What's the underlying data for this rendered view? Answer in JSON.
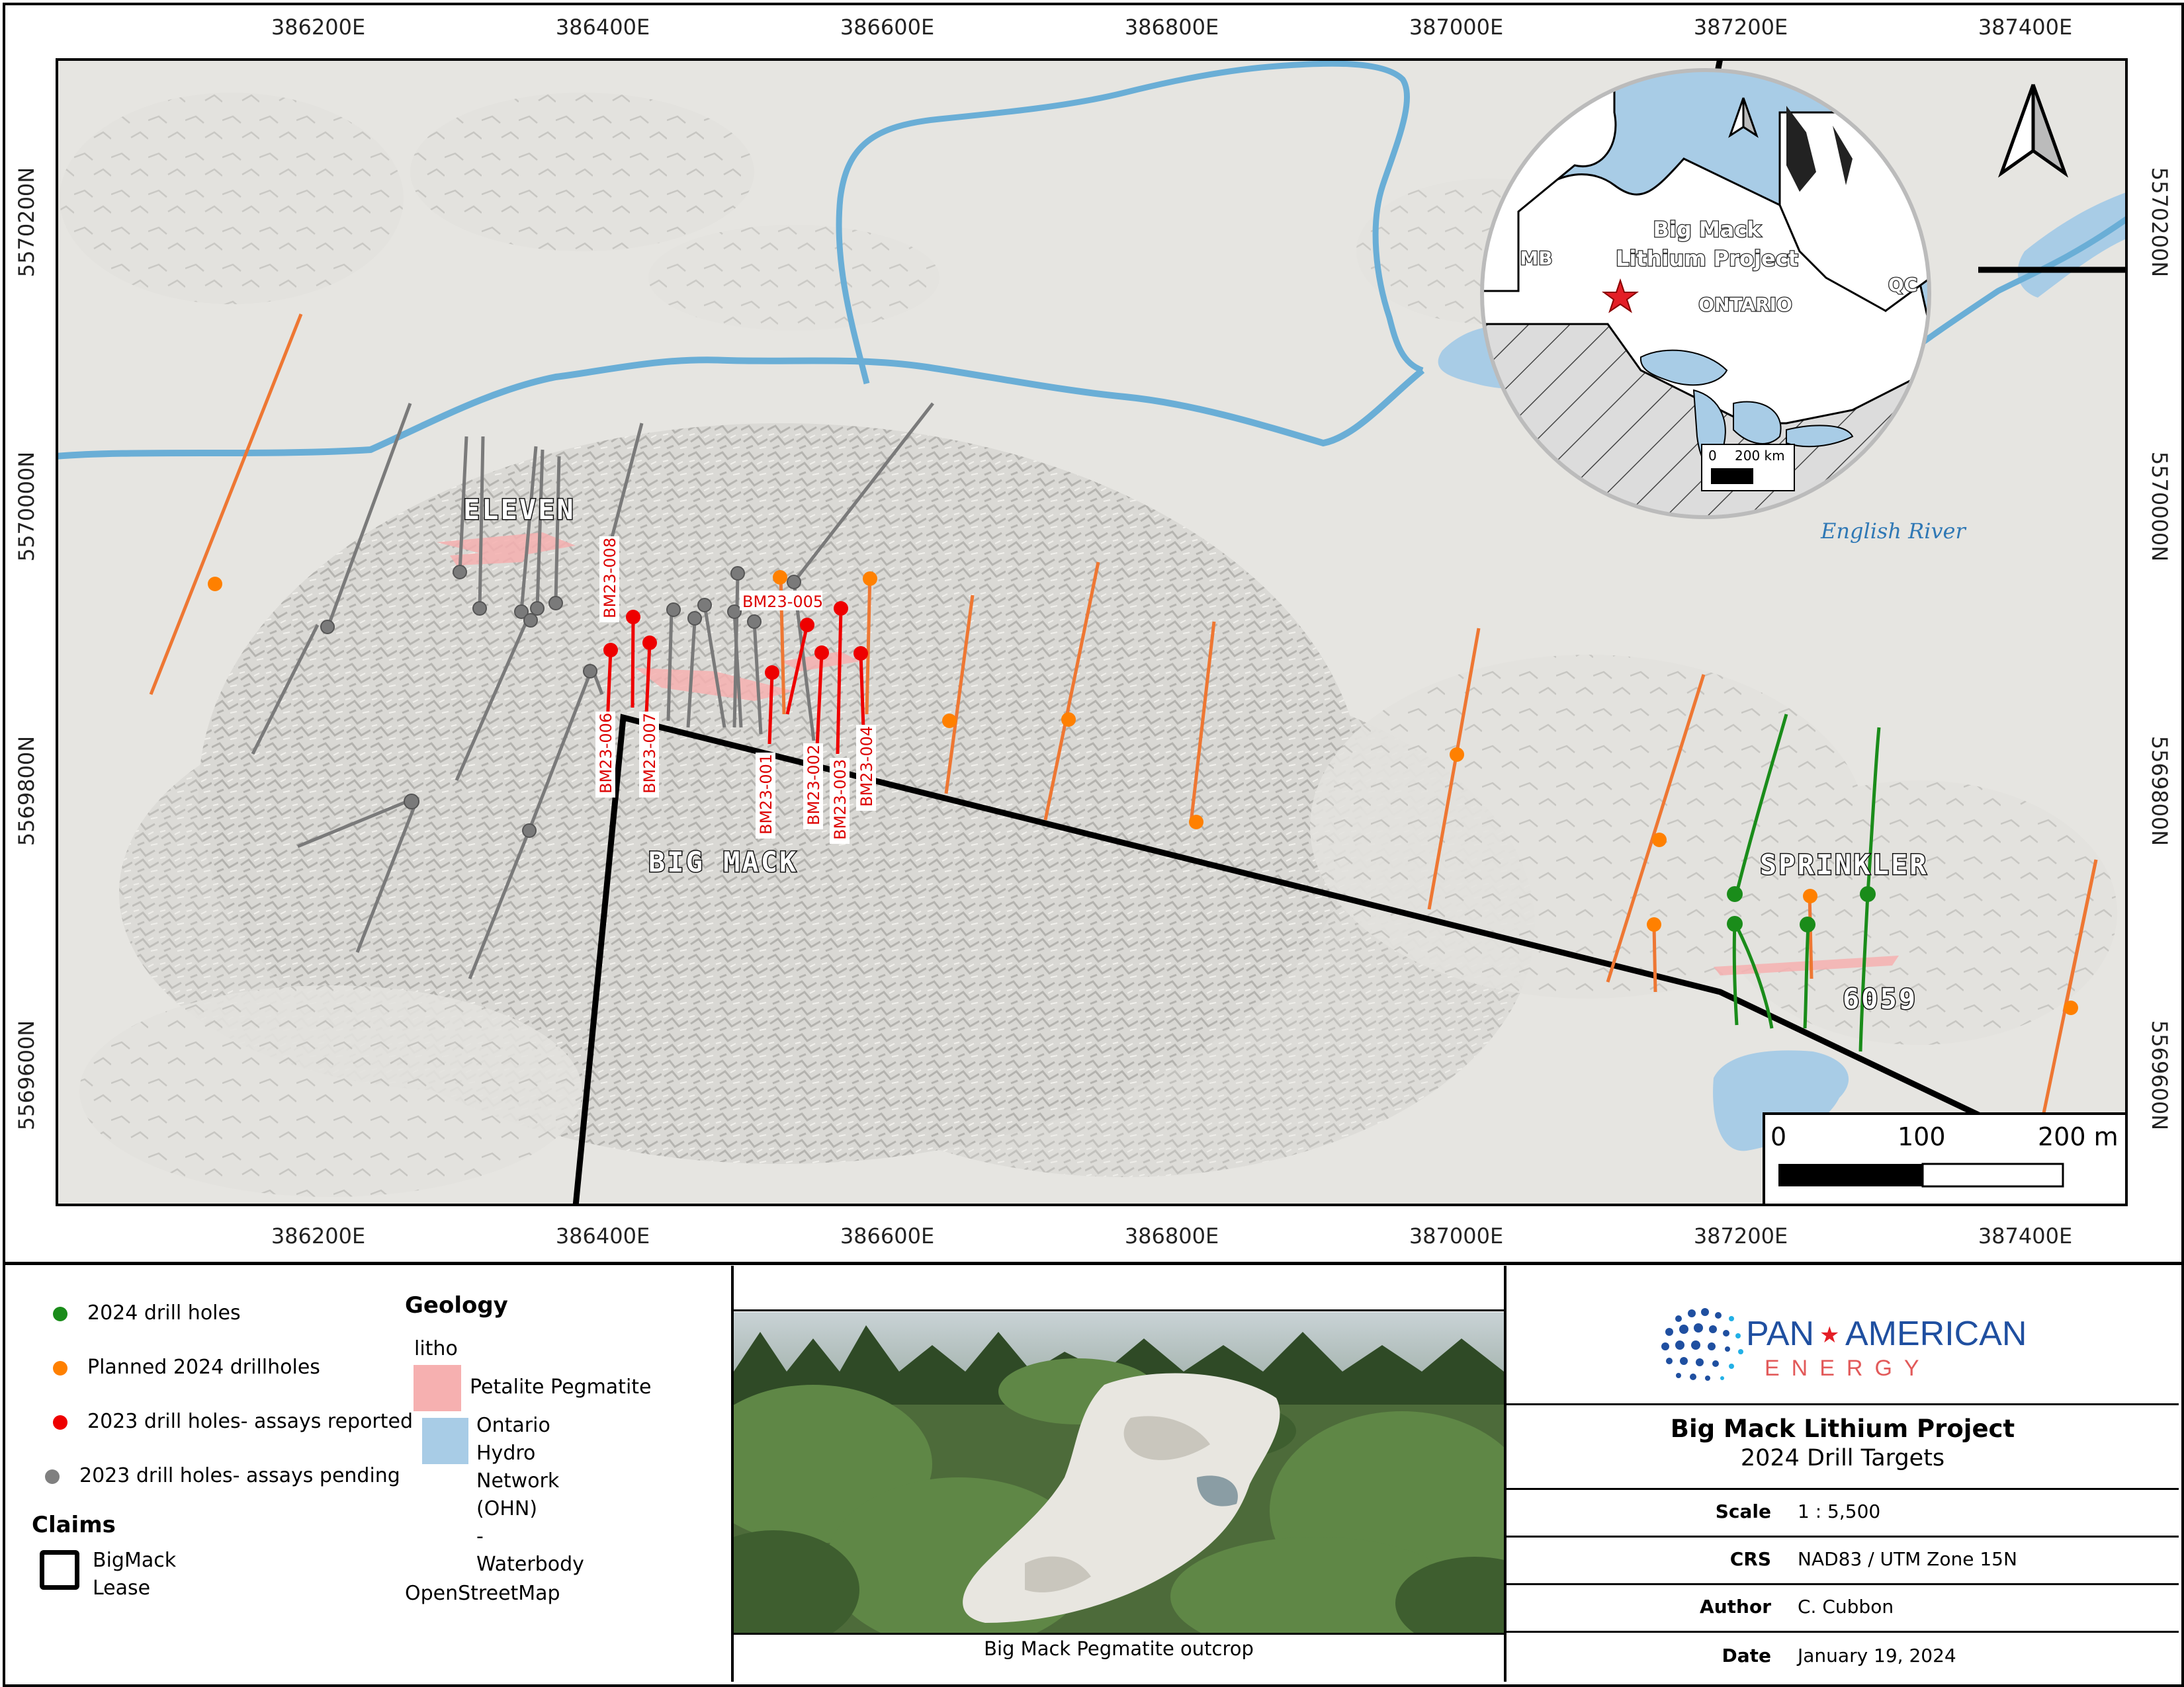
{
  "map": {
    "easting_labels": [
      "386200E",
      "386400E",
      "386600E",
      "386800E",
      "387000E",
      "387200E",
      "387400E"
    ],
    "northing_labels": [
      "5570200N",
      "5570000N",
      "5569800N",
      "5569600N"
    ],
    "area_labels": {
      "eleven": "ELEVEN",
      "big_mack": "BIG MACK",
      "sprinkler": "SPRINKLER",
      "claim_6059": "6059"
    },
    "drill_hole_labels": [
      "BM23-008",
      "BM23-005",
      "BM23-006",
      "BM23-007",
      "BM23-001",
      "BM23-002",
      "BM23-003",
      "BM23-004"
    ],
    "river_label": "English River",
    "scale_bar": {
      "zero": "0",
      "mid": "100",
      "end": "200 m"
    },
    "colors": {
      "drill_2024": "#1a8c1a",
      "planned_2024": "#ff8000",
      "assays_reported_2023": "#ee0000",
      "assays_pending_2023": "#808080",
      "water": "#a8cce6",
      "river": "#6aaed6",
      "pegmatite": "#f6b0b0",
      "background": "#e6e5e1"
    }
  },
  "inset": {
    "project_label_line1": "Big Mack",
    "project_label_line2": "Lithium Project",
    "province_mb": "MB",
    "province_on": "ONTARIO",
    "province_qc": "QC",
    "scale_zero": "0",
    "scale_end": "200 km"
  },
  "legend": {
    "items": [
      {
        "label": "2024 drill holes",
        "color": "#1a8c1a"
      },
      {
        "label": "Planned 2024 drillholes",
        "color": "#ff8000"
      },
      {
        "label": "2023 drill holes- assays reported",
        "color": "#ee0000"
      },
      {
        "label": "2023 drill holes- assays pending",
        "color": "#808080"
      }
    ],
    "claims_heading": "Claims",
    "claims_item_line1": "BigMack",
    "claims_item_line2": "Lease",
    "geology_heading": "Geology",
    "litho_label": "litho",
    "pegmatite_label": "Petalite Pegmatite",
    "ohn_lines": [
      "Ontario",
      "Hydro",
      "Network",
      "(OHN)",
      "-",
      "Waterbody"
    ],
    "osm_label": "OpenStreetMap"
  },
  "photo": {
    "caption": "Big Mack Pegmatite outcrop"
  },
  "title_block": {
    "company_line1_a": "PAN",
    "company_line1_b": "AMERICAN",
    "company_line2": "ENERGY",
    "title": "Big Mack Lithium Project",
    "subtitle": "2024 Drill Targets",
    "rows": [
      {
        "key": "Scale",
        "value": "1 : 5,500"
      },
      {
        "key": "CRS",
        "value": "NAD83 / UTM Zone 15N"
      },
      {
        "key": "Author",
        "value": "C. Cubbon"
      },
      {
        "key": "Date",
        "value": "January 19, 2024"
      }
    ]
  }
}
